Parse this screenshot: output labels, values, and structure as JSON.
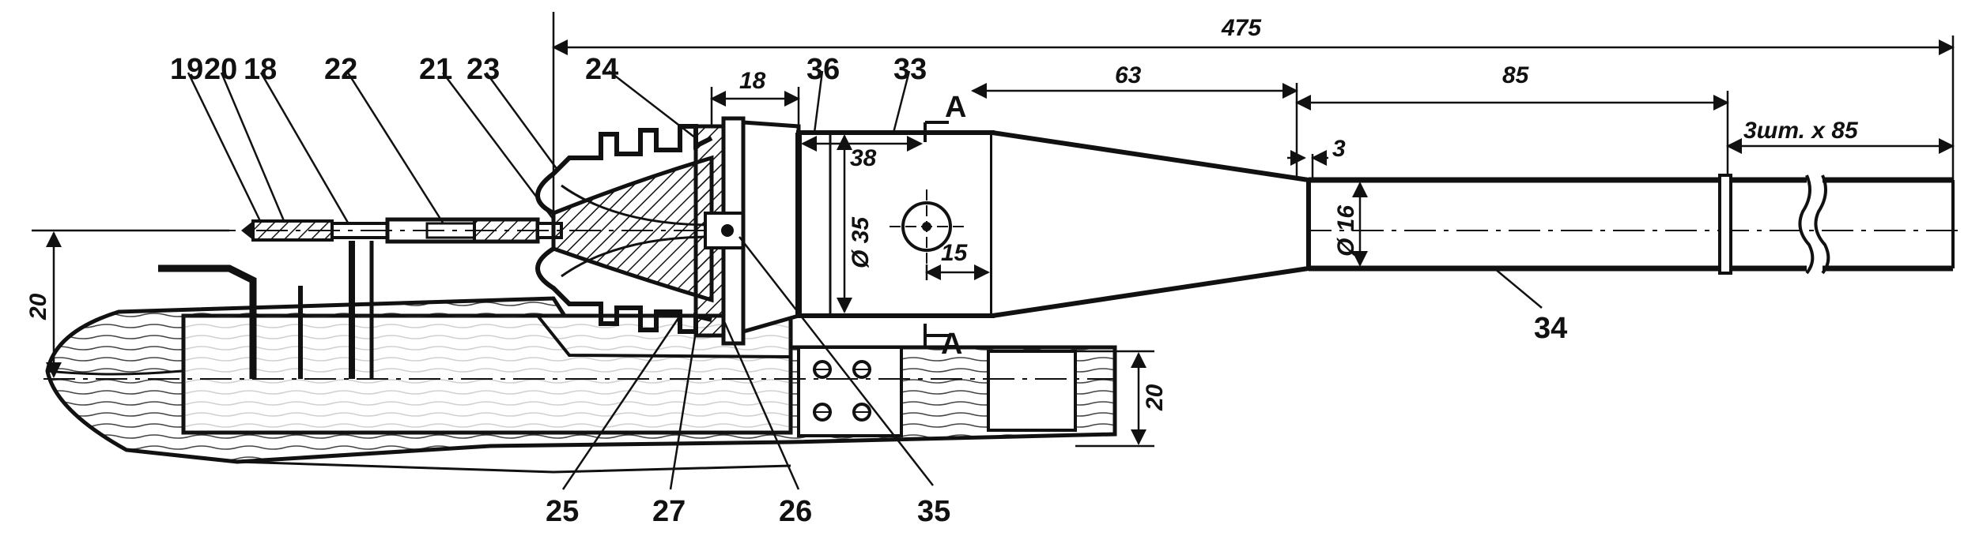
{
  "part_labels": {
    "p19": "19",
    "p20": "20",
    "p18": "18",
    "p22": "22",
    "p21": "21",
    "p23": "23",
    "p24": "24",
    "p36": "36",
    "p33": "33",
    "p34": "34",
    "p25": "25",
    "p27": "27",
    "p26": "26",
    "p35": "35"
  },
  "dimensions": {
    "overall_length": "475",
    "d18": "18",
    "d63": "63",
    "d85": "85",
    "d3": "3",
    "segments": "3шт. х 85",
    "d38": "38",
    "dia35": "Ø 35",
    "d15": "15",
    "dia16": "Ø 16",
    "left_height": "20",
    "right_height": "20"
  },
  "section_marks": {
    "top": "A",
    "bottom": "A"
  },
  "colors": {
    "ink": "#111111",
    "paper": "#ffffff",
    "wood": "#4a4a4a"
  }
}
